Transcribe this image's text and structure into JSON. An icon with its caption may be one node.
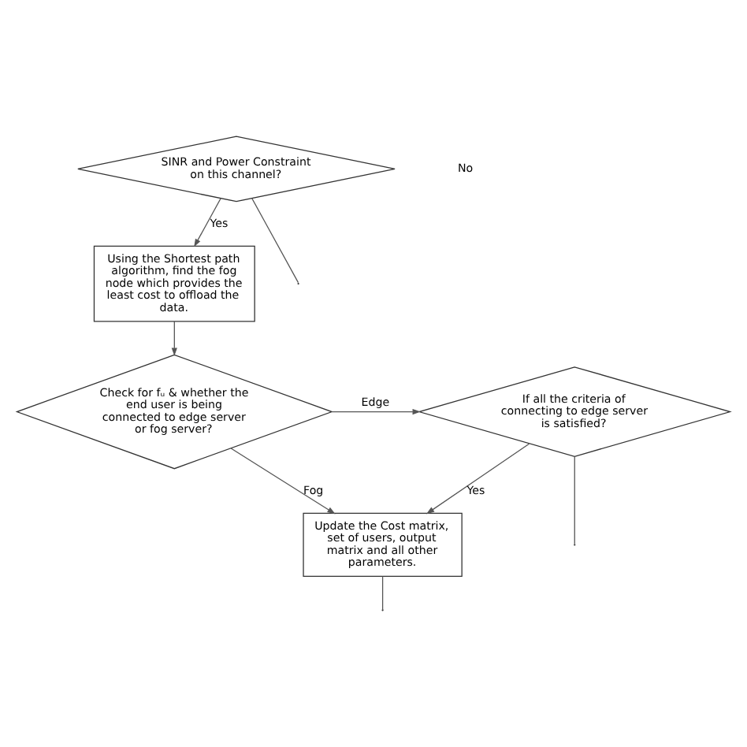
{
  "diagram": {
    "nodes": [
      {
        "text": [
          "SINR and Power Constraint on this channel?"
        ]
      },
      {
        "text": [
          "Using the Shortest path algorithm, find the fog node which provides the least cost to offload the data."
        ]
      },
      {
        "text": [
          "Check for fᵤ & whether the end user is being connected to edge server or fog server?"
        ]
      },
      {
        "text": [
          "If all the criteria of connecting to edge server is satisfied?"
        ]
      },
      {
        "text": [
          "Update the Cost matrix, set of users, output matrix and all other parameters."
        ]
      }
    ],
    "edges": [
      {
        "from": 0,
        "to": null,
        "arrow": "none"
      },
      {
        "from": 0,
        "to": 1,
        "label": "Yes",
        "arrow": "to"
      },
      {
        "from": 1,
        "to": 2,
        "arrow": "to"
      },
      {
        "from": 2,
        "to": 3,
        "label": "Edge",
        "arrow": "to"
      },
      {
        "from": 2,
        "to": 4,
        "label": "Fog",
        "arrow": "to"
      },
      {
        "from": 3,
        "to": null,
        "arrow": "none"
      },
      {
        "from": 3,
        "to": 4,
        "label": "Yes",
        "arrow": "to"
      },
      {
        "from": 4,
        "to": null,
        "arrow": "none"
      }
    ],
    "labels": [
      "No"
    ]
  }
}
